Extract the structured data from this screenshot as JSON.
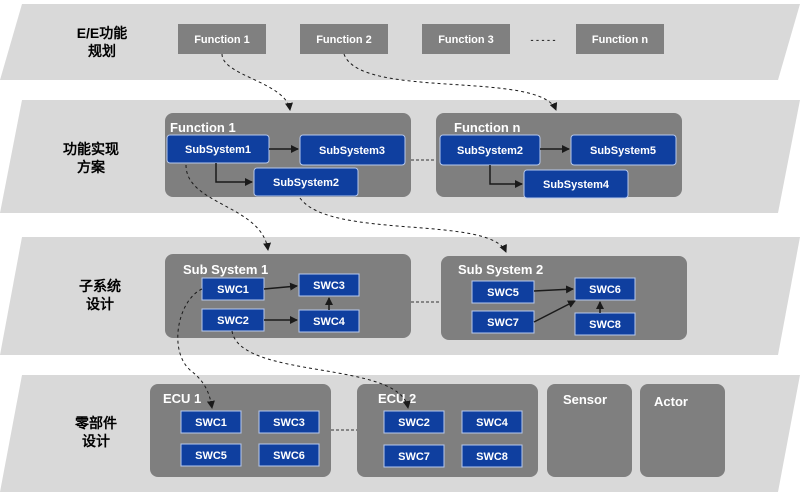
{
  "layers": [
    {
      "label_line1": "E/E功能",
      "label_line2": "规划"
    },
    {
      "label_line1": "功能实现",
      "label_line2": "方案"
    },
    {
      "label_line1": "子系统",
      "label_line2": "设计"
    },
    {
      "label_line1": "零部件",
      "label_line2": "设计"
    }
  ],
  "functions": [
    "Function 1",
    "Function 2",
    "Function 3",
    "Function n"
  ],
  "ellipsis": "- - - - -",
  "impl_groups": [
    {
      "title": "Function 1",
      "subsystems": [
        "SubSystem1",
        "SubSystem3",
        "SubSystem2"
      ]
    },
    {
      "title": "Function n",
      "subsystems": [
        "SubSystem2",
        "SubSystem5",
        "SubSystem4"
      ]
    }
  ],
  "subsystem_groups": [
    {
      "title": "Sub System 1",
      "swcs": [
        "SWC1",
        "SWC3",
        "SWC2",
        "SWC4"
      ]
    },
    {
      "title": "Sub System 2",
      "swcs": [
        "SWC5",
        "SWC6",
        "SWC7",
        "SWC8"
      ]
    }
  ],
  "ecus": [
    {
      "title": "ECU 1",
      "swcs": [
        "SWC1",
        "SWC3",
        "SWC5",
        "SWC6"
      ]
    },
    {
      "title": "ECU 2",
      "swcs": [
        "SWC2",
        "SWC4",
        "SWC7",
        "SWC8"
      ]
    }
  ],
  "components": [
    "Sensor",
    "Actor"
  ],
  "colors": {
    "band": "#d9d9d9",
    "group": "#7f7f7f",
    "function_box": "#808080",
    "block": "#0f3f9f",
    "block_border": "#b7c9ee",
    "arrow": "#1a1a1a"
  }
}
